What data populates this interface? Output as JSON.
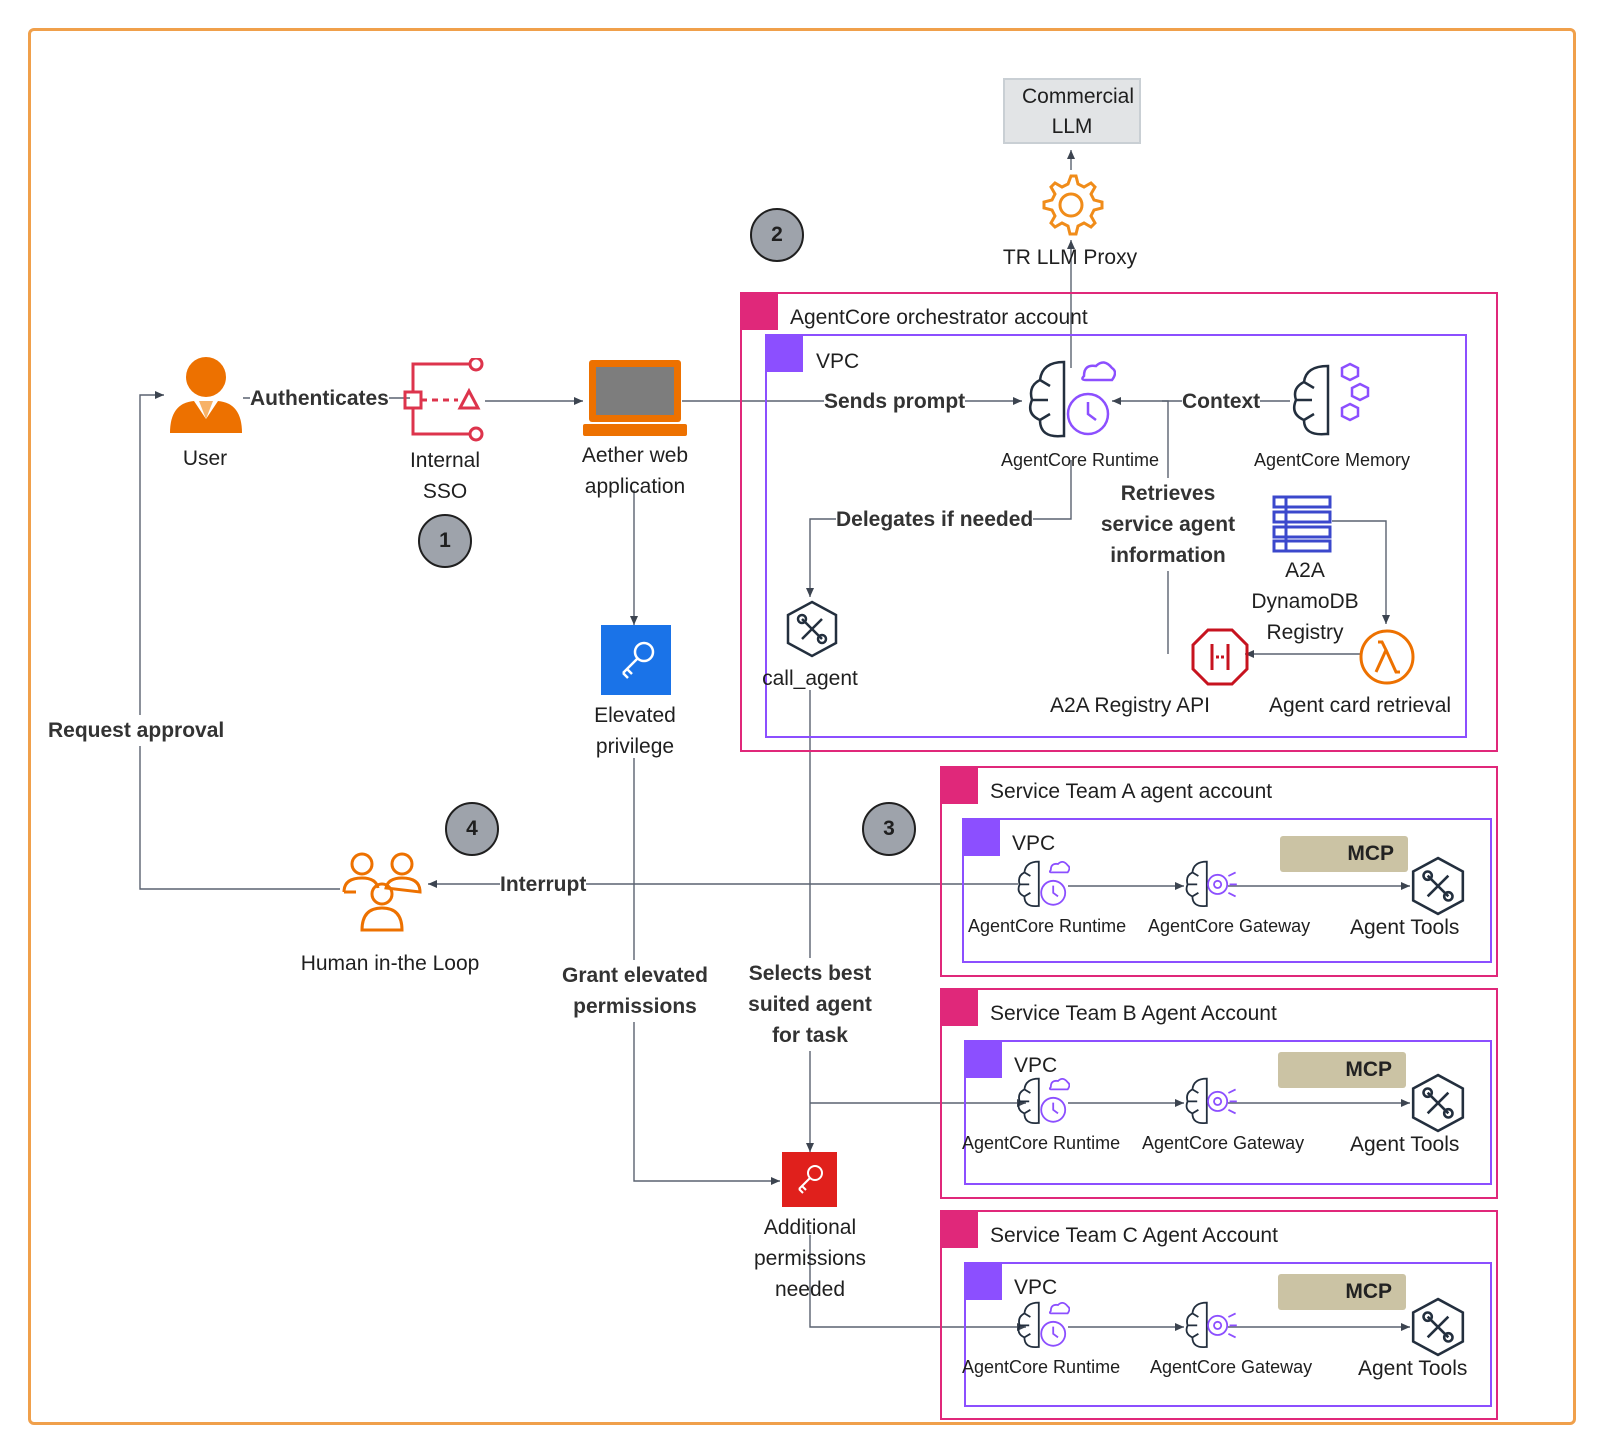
{
  "commercial_llm": "Commercial LLM",
  "llm_proxy": "TR LLM Proxy",
  "user": "User",
  "sso": "Internal SSO",
  "web_app": "Aether web application",
  "elevated_privilege": "Elevated privilege",
  "human_loop": "Human in-the Loop",
  "additional_permissions": "Additional permissions needed",
  "call_agent": "call_agent",
  "steps": [
    "1",
    "2",
    "3",
    "4"
  ],
  "edges": {
    "authenticates": "Authenticates",
    "sends_prompt": "Sends prompt",
    "context": "Context",
    "delegates": "Delegates if needed",
    "retrieves": "Retrieves service agent information",
    "request_approval": "Request approval",
    "interrupt": "Interrupt",
    "grant": "Grant elevated permissions",
    "selects": "Selects best suited agent for task"
  },
  "orchestrator": {
    "title": "AgentCore orchestrator account",
    "vpc": "VPC",
    "runtime": "AgentCore Runtime",
    "memory": "AgentCore Memory",
    "dynamodb": "A2A DynamoDB Registry",
    "registry_api": "A2A Registry API",
    "card_retrieval": "Agent card retrieval"
  },
  "teams": [
    {
      "title": "Service Team A agent account",
      "vpc": "VPC",
      "mcp": "MCP",
      "runtime": "AgentCore Runtime",
      "gateway": "AgentCore Gateway",
      "tools": "Agent Tools"
    },
    {
      "title": "Service Team B Agent Account",
      "vpc": "VPC",
      "mcp": "MCP",
      "runtime": "AgentCore Runtime",
      "gateway": "AgentCore Gateway",
      "tools": "Agent Tools"
    },
    {
      "title": "Service Team C Agent Account",
      "vpc": "VPC",
      "mcp": "MCP",
      "runtime": "AgentCore Runtime",
      "gateway": "AgentCore Gateway",
      "tools": "Agent Tools"
    }
  ],
  "colors": {
    "frame": "#f0a04b",
    "account": "#e0287a",
    "vpc": "#8c4fff",
    "user_orange": "#ed7100",
    "sso_red": "#dd344c",
    "key_blue": "#1a73e8",
    "key_red": "#e0201c",
    "mcp_bg": "#cbc3a4"
  }
}
